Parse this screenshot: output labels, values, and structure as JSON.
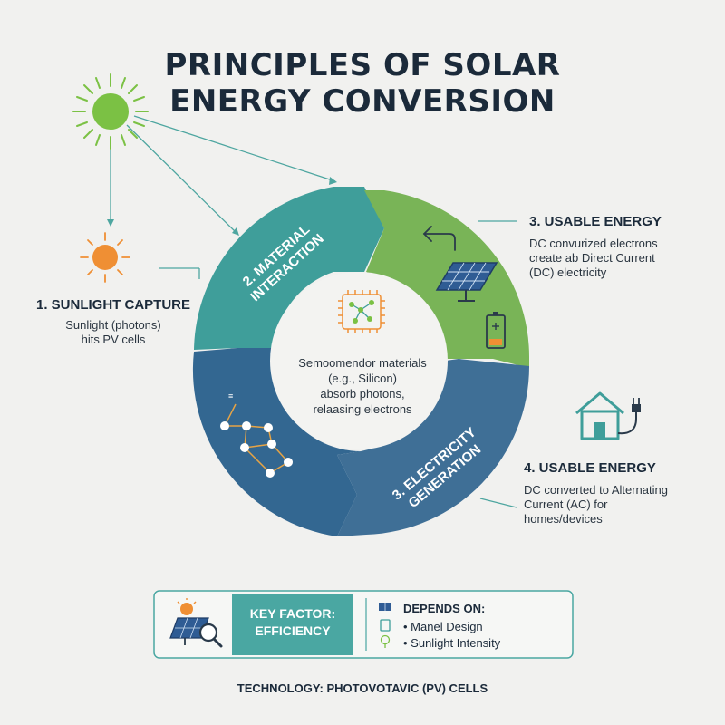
{
  "title": {
    "line1": "PRINCIPLES OF SOLAR",
    "line2": "ENERGY CONVERSION"
  },
  "steps": {
    "capture": {
      "heading": "1. SUNLIGHT CAPTURE",
      "line1": "Sunlight (photons)",
      "line2": "hits PV cells"
    },
    "material": {
      "line1": "2. MATERIAL",
      "line2": "INTERACTION"
    },
    "generation": {
      "line1": "3. ELECTRICITY",
      "line2": "GENERATION"
    },
    "usable_dc": {
      "heading": "3. USABLE ENERGY",
      "line1": "DC convurized electrons",
      "line2": "create ab Direct Current",
      "line3": "(DC) electricity"
    },
    "usable_ac": {
      "heading": "4. USABLE ENERGY",
      "line1": "DC converted to Alternating",
      "line2": "Current (AC) for",
      "line3": "homes/devices"
    }
  },
  "center": {
    "line1": "Semoomendor materials",
    "line2": "(e.g., Silicon)",
    "line3": "absorb photons,",
    "line4": "relaasing electrons"
  },
  "key_factor": {
    "line1": "KEY FACTOR:",
    "line2": "EFFICIENCY",
    "depends_title": "DEPENDS ON:",
    "items": [
      "Manel Design",
      "Sunlight Intensity"
    ]
  },
  "footer": "TECHNOLOGY: PHOTOVOTAVIC (PV) CELLS",
  "colors": {
    "teal": "#3f9e9a",
    "green": "#79b457",
    "blue": "#3f6f96",
    "sun_green": "#7bc144",
    "sun_orange": "#ef8f34",
    "key_factor_bg": "#4aa7a2",
    "panel_blue": "#2f5c94"
  },
  "icons": [
    "sun-icon",
    "small-sun-icon",
    "chip-icon",
    "molecule-icon",
    "arrow-back-icon",
    "solar-panel-icon",
    "battery-icon",
    "house-plug-icon",
    "panel-magnifier-icon",
    "bullet-bulb-icon"
  ]
}
